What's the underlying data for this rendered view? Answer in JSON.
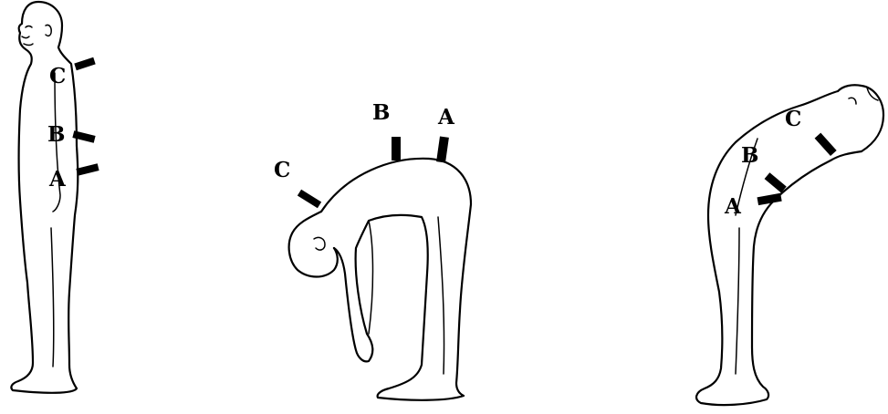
{
  "figures": [
    {
      "pose": "standing upright (side view)",
      "labels": {
        "a": "A",
        "b": "B",
        "c": "C"
      }
    },
    {
      "pose": "forward bend",
      "labels": {
        "a": "A",
        "b": "B",
        "c": "C"
      }
    },
    {
      "pose": "backward bend",
      "labels": {
        "a": "A",
        "b": "B",
        "c": "C"
      }
    }
  ]
}
